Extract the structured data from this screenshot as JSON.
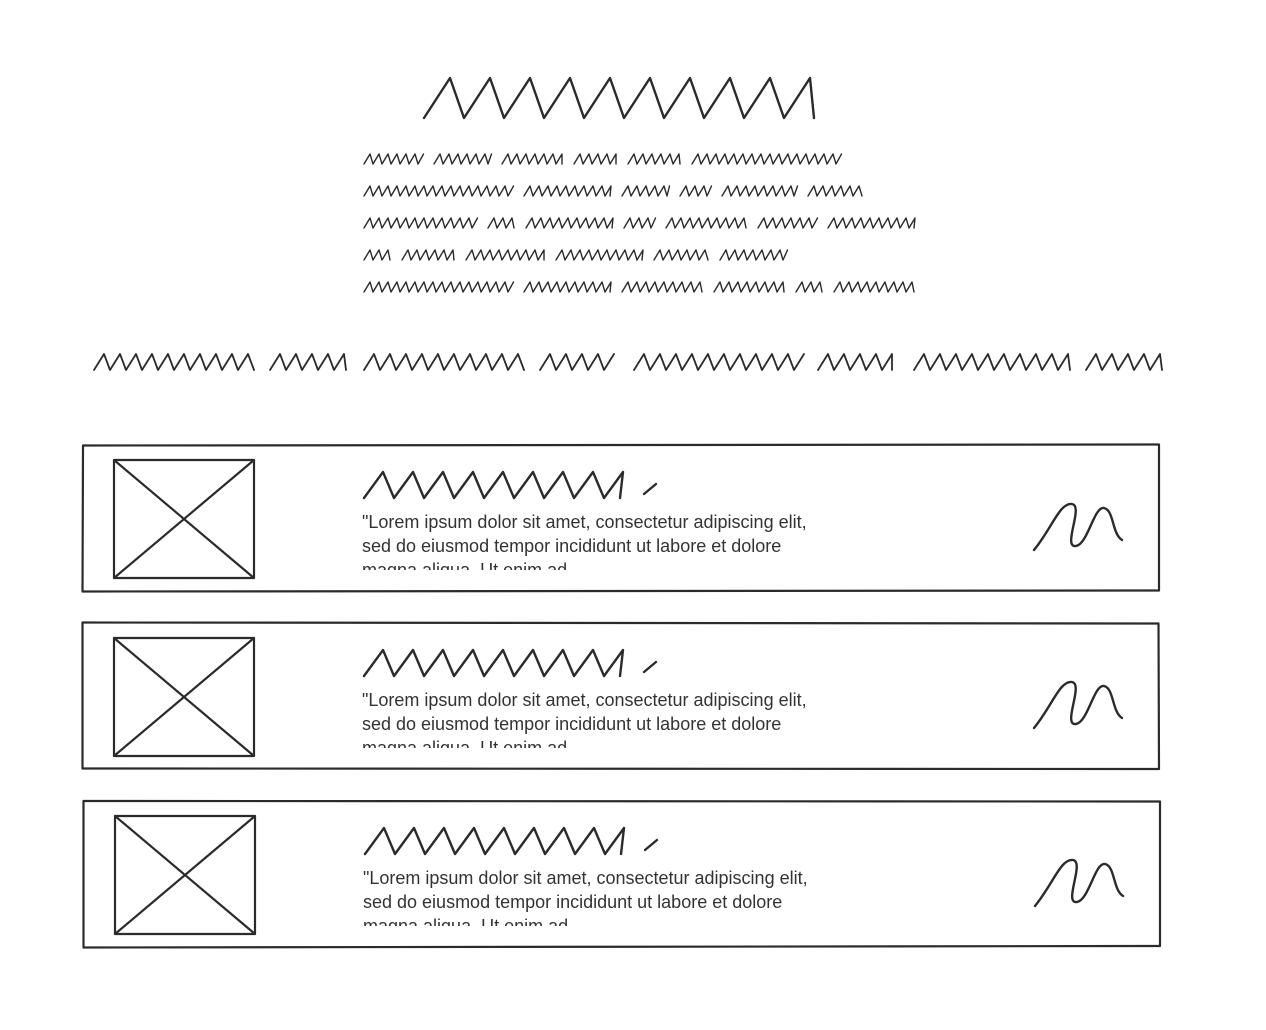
{
  "colors": {
    "ink": "#2b2b2b",
    "background": "#ffffff",
    "text": "#333333"
  },
  "header": {
    "title_icon": "scribble-heading-placeholder",
    "intro_icon": "scribble-paragraph-placeholder"
  },
  "nav": {
    "icon": "scribble-link-placeholder",
    "item_count_visible": 4
  },
  "cards": [
    {
      "image_icon": "image-placeholder-icon",
      "title_icon": "scribble-title-placeholder",
      "action_icon": "scribble-action-placeholder",
      "body": "\"Lorem ipsum dolor sit amet, consectetur adipiscing elit, sed do eiusmod tempor incididunt ut labore et dolore magna aliqua. Ut enim ad"
    },
    {
      "image_icon": "image-placeholder-icon",
      "title_icon": "scribble-title-placeholder",
      "action_icon": "scribble-action-placeholder",
      "body": "\"Lorem ipsum dolor sit amet, consectetur adipiscing elit, sed do eiusmod tempor incididunt ut labore et dolore magna aliqua. Ut enim ad"
    },
    {
      "image_icon": "image-placeholder-icon",
      "title_icon": "scribble-title-placeholder",
      "action_icon": "scribble-action-placeholder",
      "body": "\"Lorem ipsum dolor sit amet, consectetur adipiscing elit, sed do eiusmod tempor incididunt ut labore et dolore magna aliqua. Ut enim ad"
    }
  ]
}
